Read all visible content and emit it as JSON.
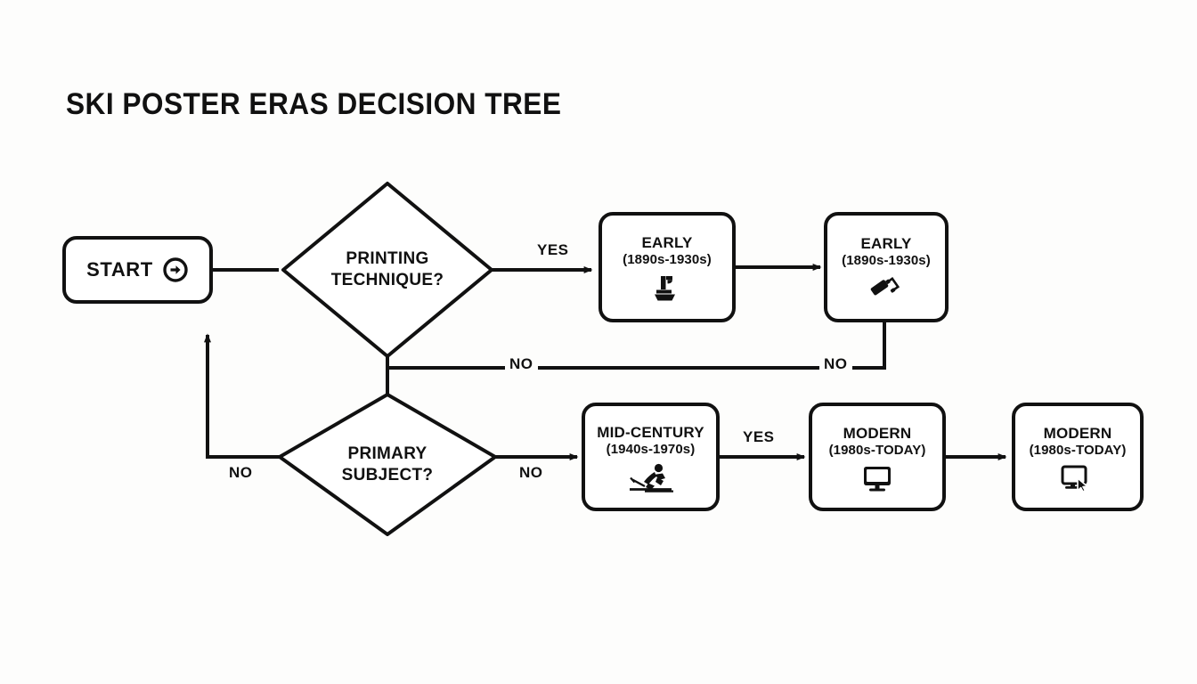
{
  "page": {
    "title": "SKI POSTER ERAS DECISION TREE",
    "background_color": "#fdfdfc",
    "ink_color": "#111111"
  },
  "nodes": {
    "start": {
      "label": "START",
      "icon": "circle-arrow-right-icon"
    },
    "decision_printing": {
      "line1": "PRINTING",
      "line2": "TECHNIQUE?"
    },
    "decision_subject": {
      "line1": "PRIMARY",
      "line2": "SUBJECT?"
    },
    "early_press": {
      "title": "EARLY",
      "subtitle": "(1890s-1930s)",
      "icon": "printing-press-icon"
    },
    "early_roller": {
      "title": "EARLY",
      "subtitle": "(1890s-1930s)",
      "icon": "paint-roller-icon"
    },
    "mid_century": {
      "title": "MID-CENTURY",
      "subtitle": "(1940s-1970s)",
      "icon": "skier-icon"
    },
    "modern_monitor": {
      "title": "MODERN",
      "subtitle": "(1980s-TODAY)",
      "icon": "monitor-icon"
    },
    "modern_cursor": {
      "title": "MODERN",
      "subtitle": "(1980s-TODAY)",
      "icon": "monitor-cursor-icon"
    }
  },
  "edge_labels": {
    "printing_yes": "YES",
    "printing_no": "NO",
    "early_no": "NO",
    "subject_no_right": "NO",
    "subject_no_left": "NO",
    "midcentury_yes": "YES"
  }
}
